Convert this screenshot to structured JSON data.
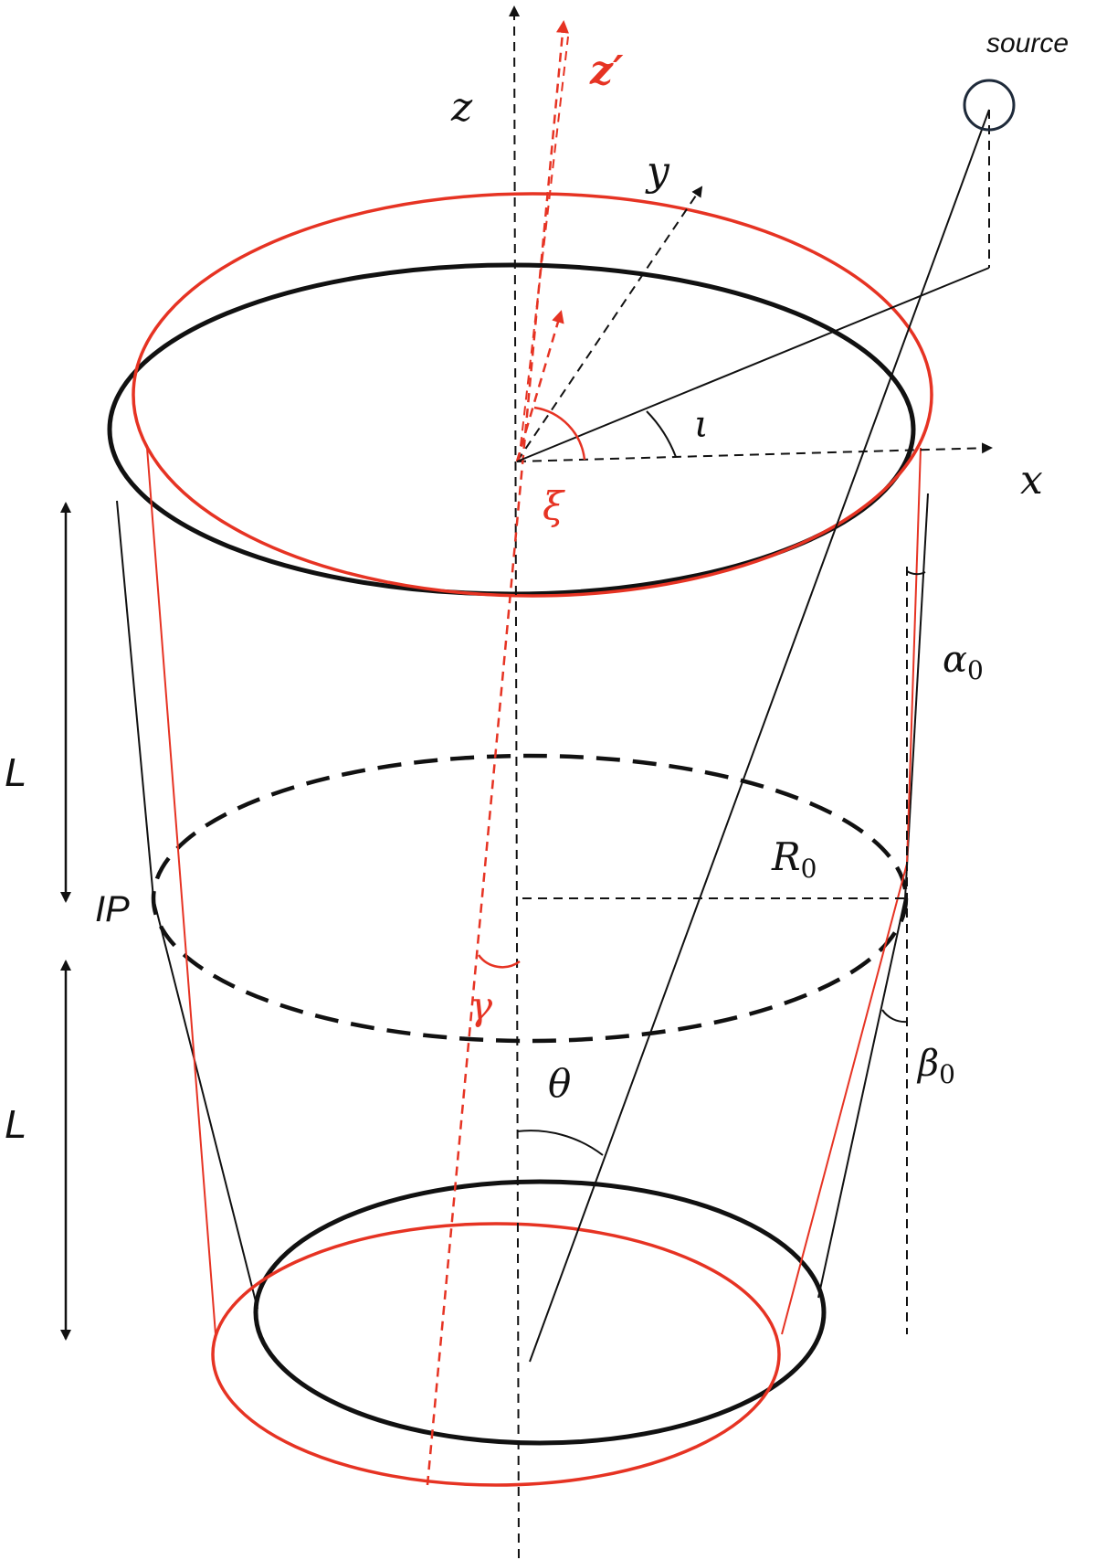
{
  "colors": {
    "black": "#111111",
    "red": "#e63323",
    "source_circle": "#1e2a3a"
  },
  "labels": {
    "source": "source",
    "z": "z",
    "z_prime": "z′",
    "y": "y",
    "x": "x",
    "iota": "ι",
    "xi": "ξ",
    "alpha0_main": "α",
    "alpha0_sub": "0",
    "R0_main": "R",
    "R0_sub": "0",
    "IP": "IP",
    "L_upper": "L",
    "L_lower": "L",
    "gamma": "γ",
    "theta": "θ",
    "beta0_main": "β",
    "beta0_sub": "0"
  }
}
